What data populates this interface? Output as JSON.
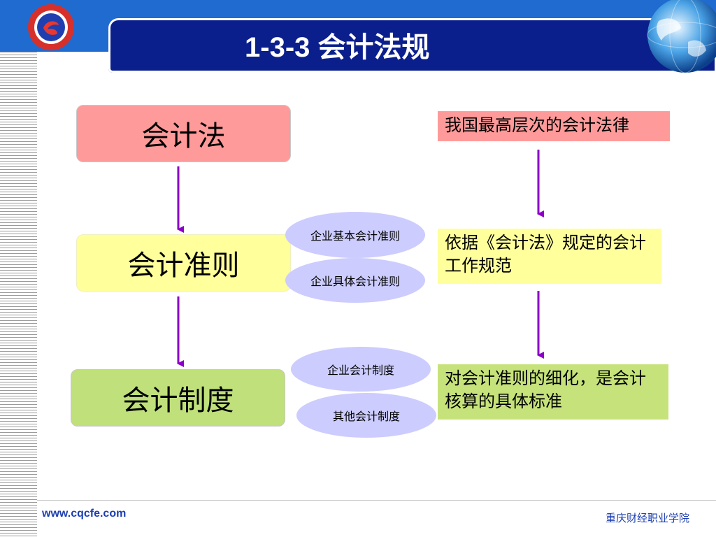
{
  "header": {
    "title": "1-3-3  会计法规"
  },
  "levels": [
    {
      "label": "会计法",
      "description": "我国最高层次的会计法律",
      "color": "#ff9a9a"
    },
    {
      "label": "会计准则",
      "description": "依据《会计法》规定的会计工作规范",
      "color": "#ffff9c"
    },
    {
      "label": "会计制度",
      "description": "对会计准则的细化，是会计核算的具体标准",
      "color": "#bfe07a"
    }
  ],
  "sub_items": {
    "standards": [
      "企业基本会计准则",
      "企业具体会计准则"
    ],
    "systems": [
      "企业会计制度",
      "其他会计制度"
    ]
  },
  "colors": {
    "arrow": "#8b00c8",
    "oval": "#ccccff",
    "title_bar": "#0b1f8c",
    "top_band": "#1f6bd0"
  },
  "icons": {
    "logo": "school-logo-icon",
    "globe": "globe-icon"
  },
  "footer": {
    "url": "www.cqcfe.com",
    "school": "重庆财经职业学院"
  }
}
